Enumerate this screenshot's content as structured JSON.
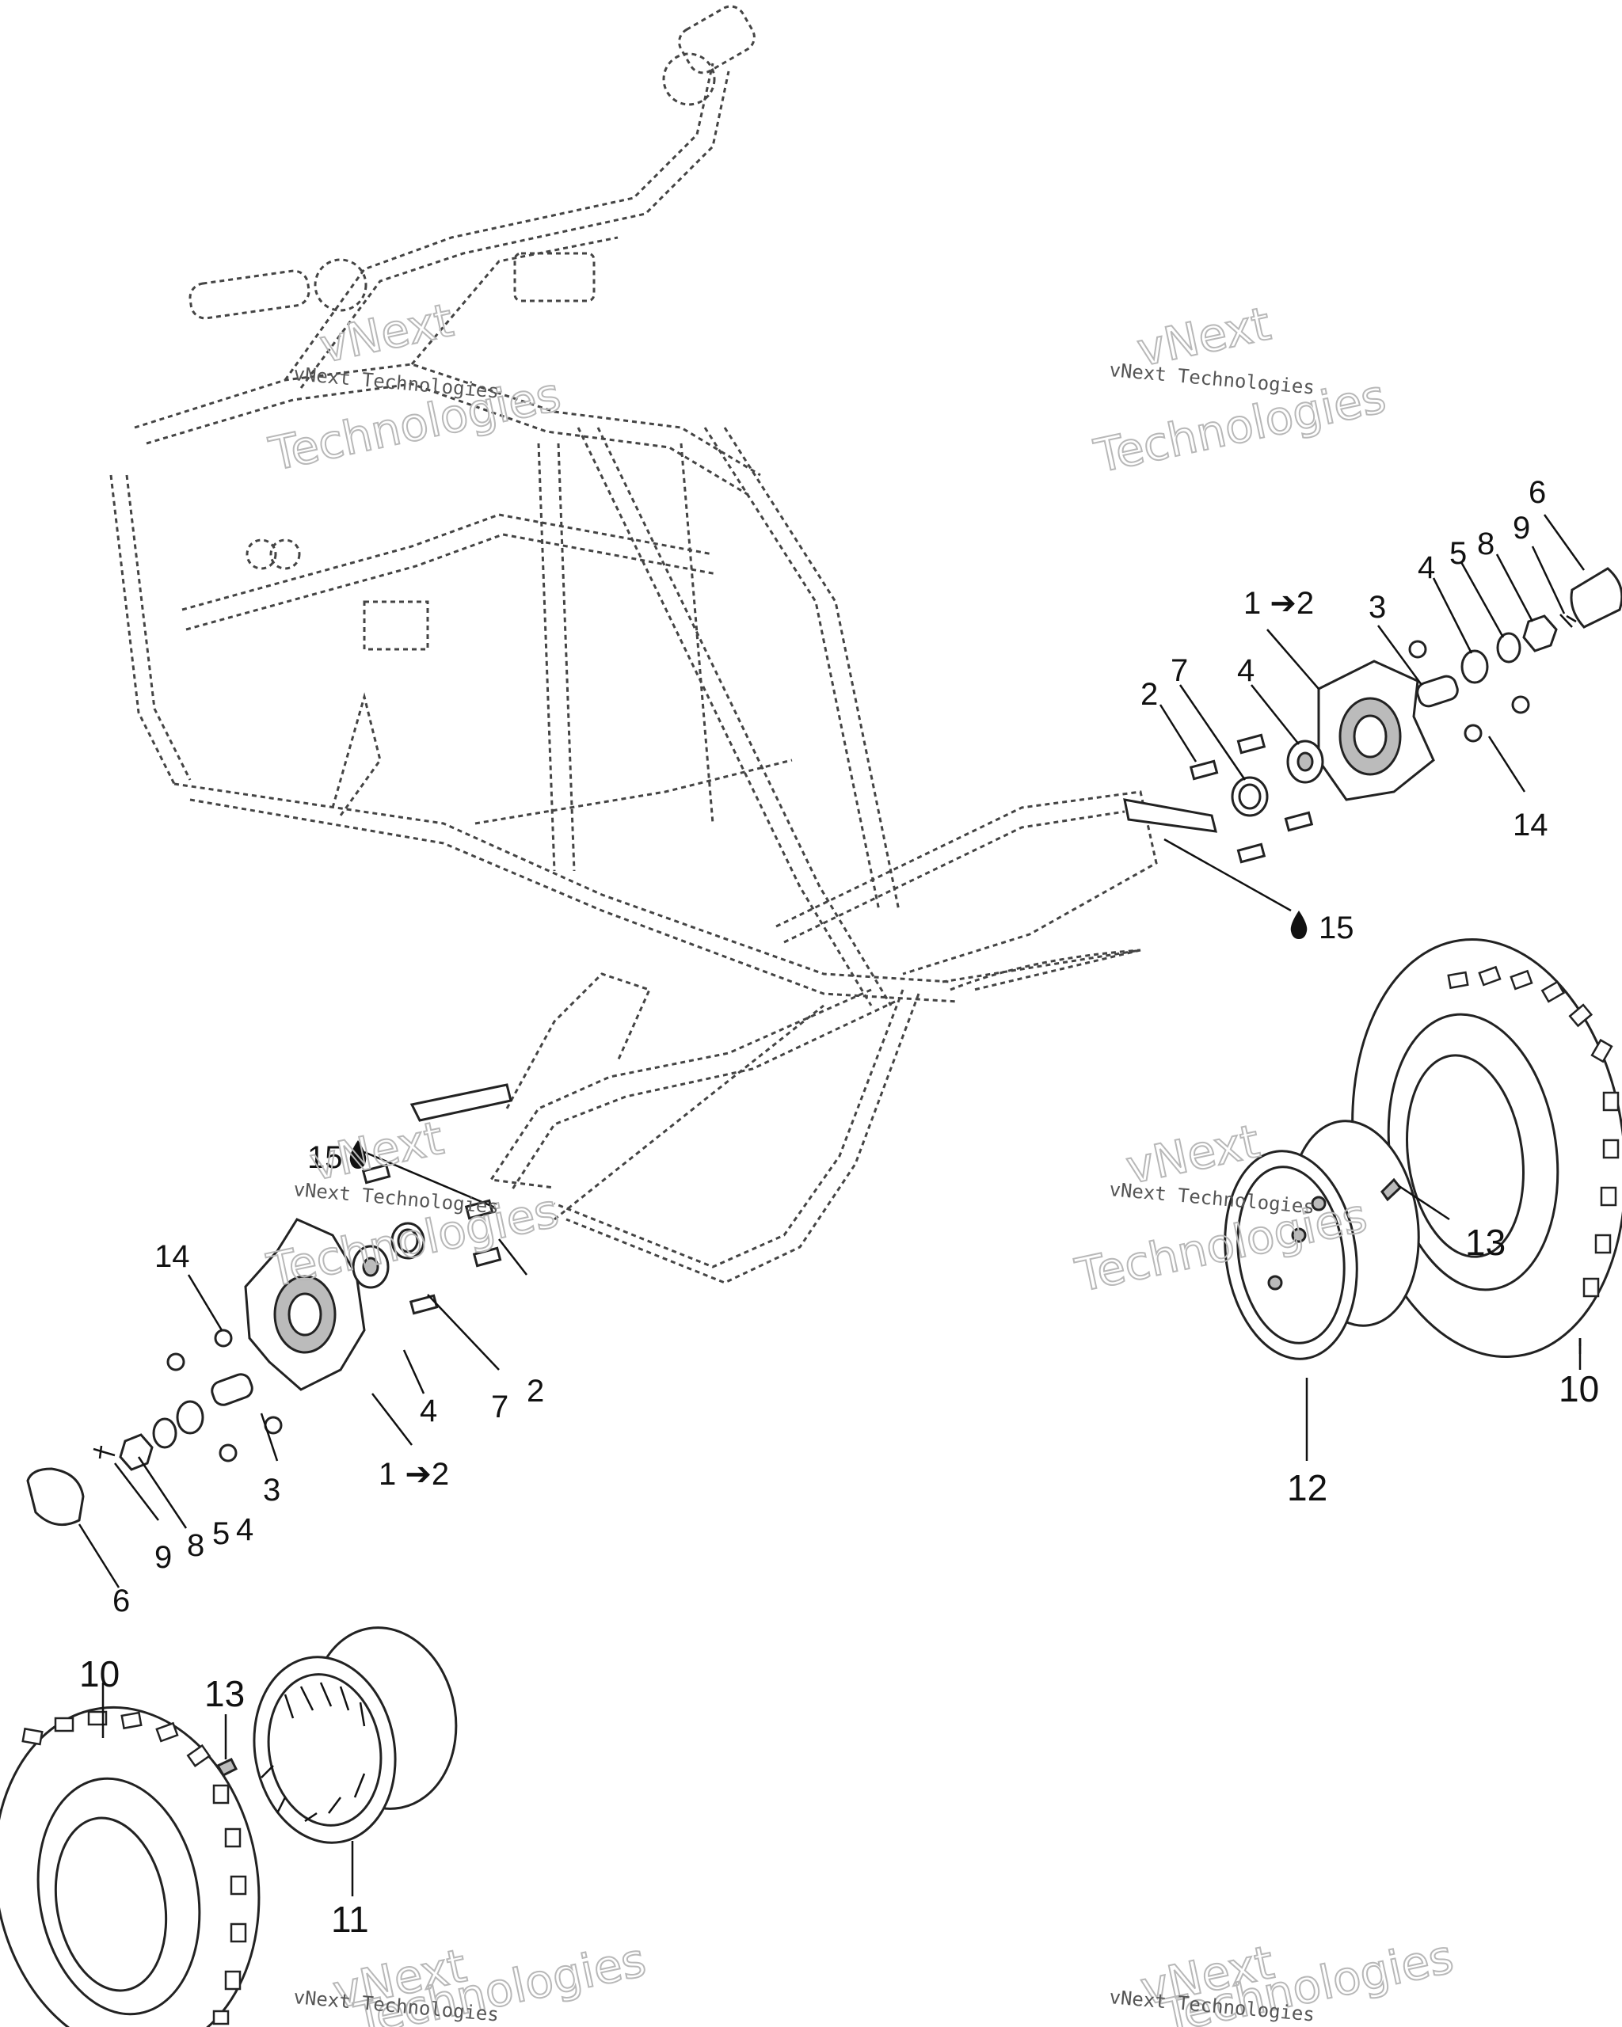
{
  "watermark": {
    "line1": "vNext",
    "line2": "Technologies",
    "caption": "vNext Technologies"
  },
  "callouts": {
    "right_hub": [
      "1 ➔2",
      "2",
      "3",
      "4",
      "4",
      "5",
      "6",
      "7",
      "8",
      "9",
      "14",
      "15"
    ],
    "left_hub": [
      "1 ➔2",
      "2",
      "3",
      "4",
      "4",
      "5",
      "6",
      "7",
      "8",
      "9",
      "14",
      "15"
    ],
    "right_wheel": [
      "10",
      "12",
      "13"
    ],
    "left_wheel": [
      "10",
      "11",
      "13"
    ]
  },
  "icons": {
    "grease": "droplet-icon",
    "replaces": "arrow-right-icon"
  }
}
